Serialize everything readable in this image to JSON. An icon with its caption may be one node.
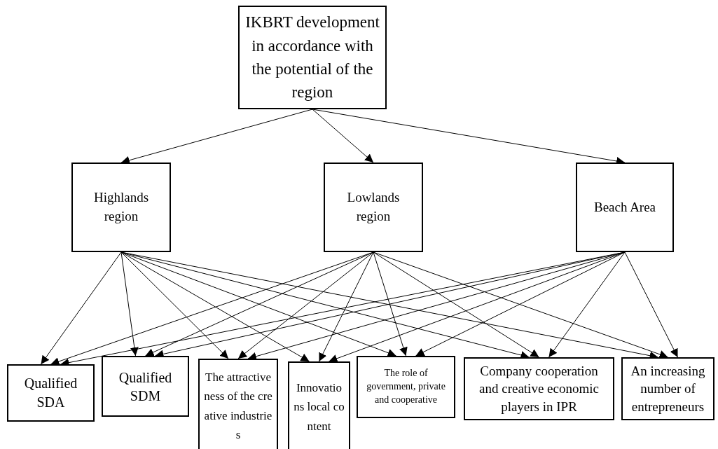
{
  "diagram": {
    "nodes": [
      {
        "text": [
          "IKBRT development in accordance with the potential of the region"
        ]
      },
      {
        "text": [
          "Highlands region"
        ]
      },
      {
        "text": [
          "Lowlands region"
        ]
      },
      {
        "text": [
          "Beach Area"
        ]
      },
      {
        "text": [
          "Qualified SDA"
        ]
      },
      {
        "text": [
          "Qualified SDM"
        ]
      },
      {
        "text": [
          "The attractiveness of the creative industries"
        ]
      },
      {
        "text": [
          "Innovations local content"
        ]
      },
      {
        "text": [
          "The role of government, private and cooperative"
        ]
      },
      {
        "text": [
          "Company cooperation and creative economic players in IPR"
        ]
      },
      {
        "text": [
          "An increasing number of entrepreneurs"
        ]
      }
    ],
    "edges": [
      {
        "from": 0,
        "to": 1,
        "arrow": "to"
      },
      {
        "from": 0,
        "to": 2,
        "arrow": "to"
      },
      {
        "from": 0,
        "to": 3,
        "arrow": "to"
      },
      {
        "from": 1,
        "to": 4,
        "arrow": "to"
      },
      {
        "from": 1,
        "to": 5,
        "arrow": "to"
      },
      {
        "from": 1,
        "to": 6,
        "arrow": "to"
      },
      {
        "from": 1,
        "to": 7,
        "arrow": "to"
      },
      {
        "from": 1,
        "to": 8,
        "arrow": "to"
      },
      {
        "from": 1,
        "to": 9,
        "arrow": "to"
      },
      {
        "from": 1,
        "to": 10,
        "arrow": "to"
      },
      {
        "from": 2,
        "to": 4,
        "arrow": "to"
      },
      {
        "from": 2,
        "to": 5,
        "arrow": "to"
      },
      {
        "from": 2,
        "to": 6,
        "arrow": "to"
      },
      {
        "from": 2,
        "to": 7,
        "arrow": "to"
      },
      {
        "from": 2,
        "to": 8,
        "arrow": "to"
      },
      {
        "from": 2,
        "to": 9,
        "arrow": "to"
      },
      {
        "from": 2,
        "to": 10,
        "arrow": "to"
      },
      {
        "from": 3,
        "to": 4,
        "arrow": "to"
      },
      {
        "from": 3,
        "to": 5,
        "arrow": "to"
      },
      {
        "from": 3,
        "to": 6,
        "arrow": "to"
      },
      {
        "from": 3,
        "to": 7,
        "arrow": "to"
      },
      {
        "from": 3,
        "to": 8,
        "arrow": "to"
      },
      {
        "from": 3,
        "to": 9,
        "arrow": "to"
      },
      {
        "from": 3,
        "to": 10,
        "arrow": "to"
      }
    ]
  }
}
